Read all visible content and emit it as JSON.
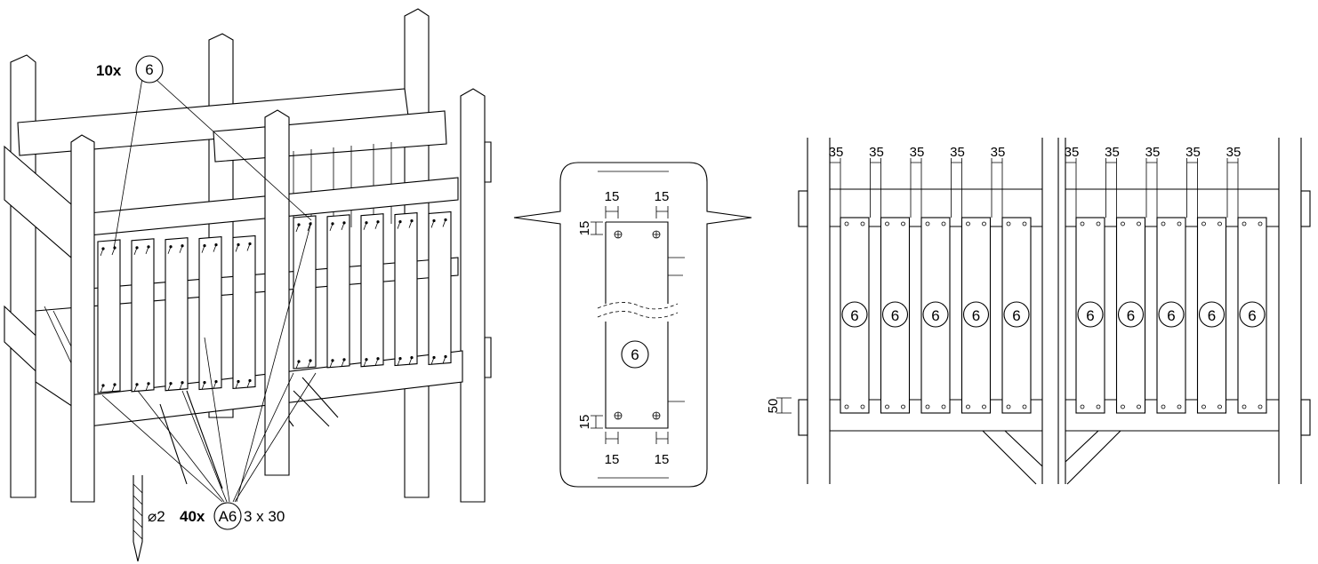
{
  "callouts": {
    "boards_qty": "10x",
    "board_part": "6",
    "screws_qty": "40x",
    "screw_part": "A6",
    "screw_size": "3 x 30",
    "drill_size": "⌀2"
  },
  "detail": {
    "offset_top": "15",
    "offset_bottom": "15",
    "offset_left": "15",
    "offset_right": "15",
    "part": "6"
  },
  "front_view": {
    "spacing": "35",
    "rail_height": "50",
    "board_label": "6",
    "left_group_count": 5,
    "right_group_count": 5
  }
}
